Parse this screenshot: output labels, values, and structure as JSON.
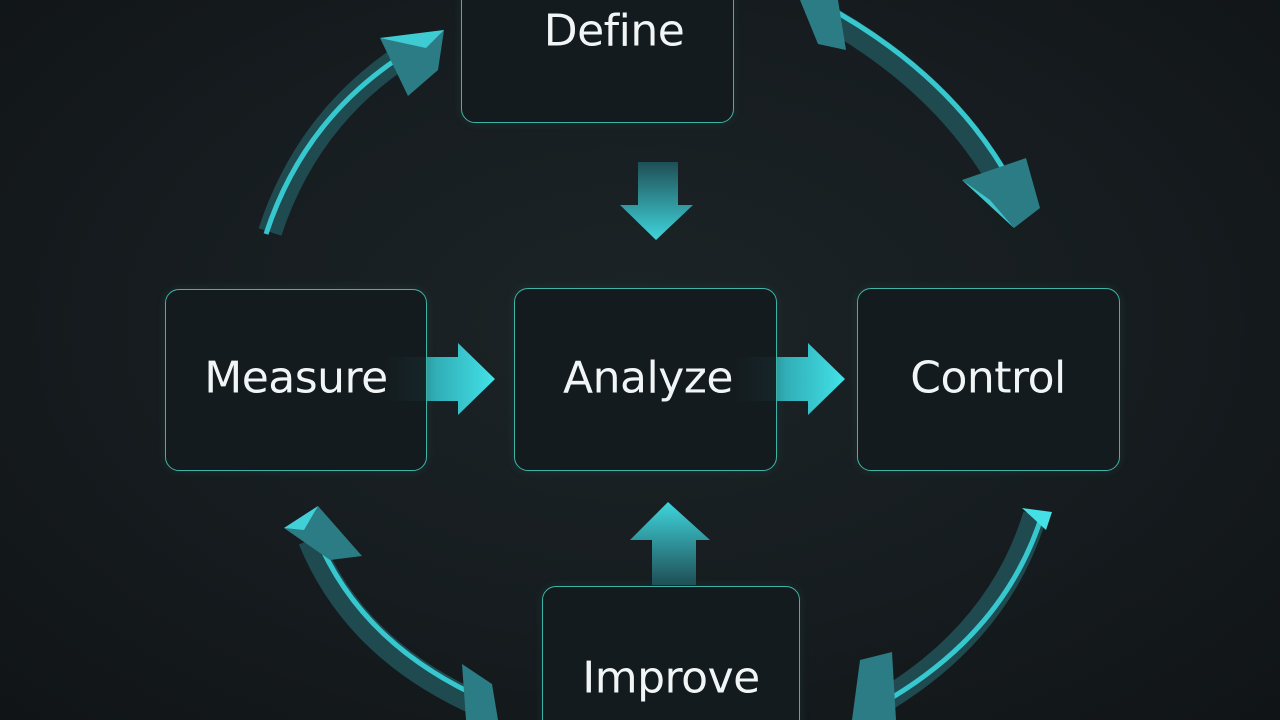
{
  "nodes": {
    "define": "Define",
    "measure": "Measure",
    "analyze": "Analyze",
    "control": "Control",
    "improve": "Improve"
  },
  "colors": {
    "background": "#141a1d",
    "box_border": "#3fb4a6",
    "arrow_bright": "#3de0e6",
    "arrow_dark": "#1e4b52",
    "text": "#f2f5f5"
  }
}
